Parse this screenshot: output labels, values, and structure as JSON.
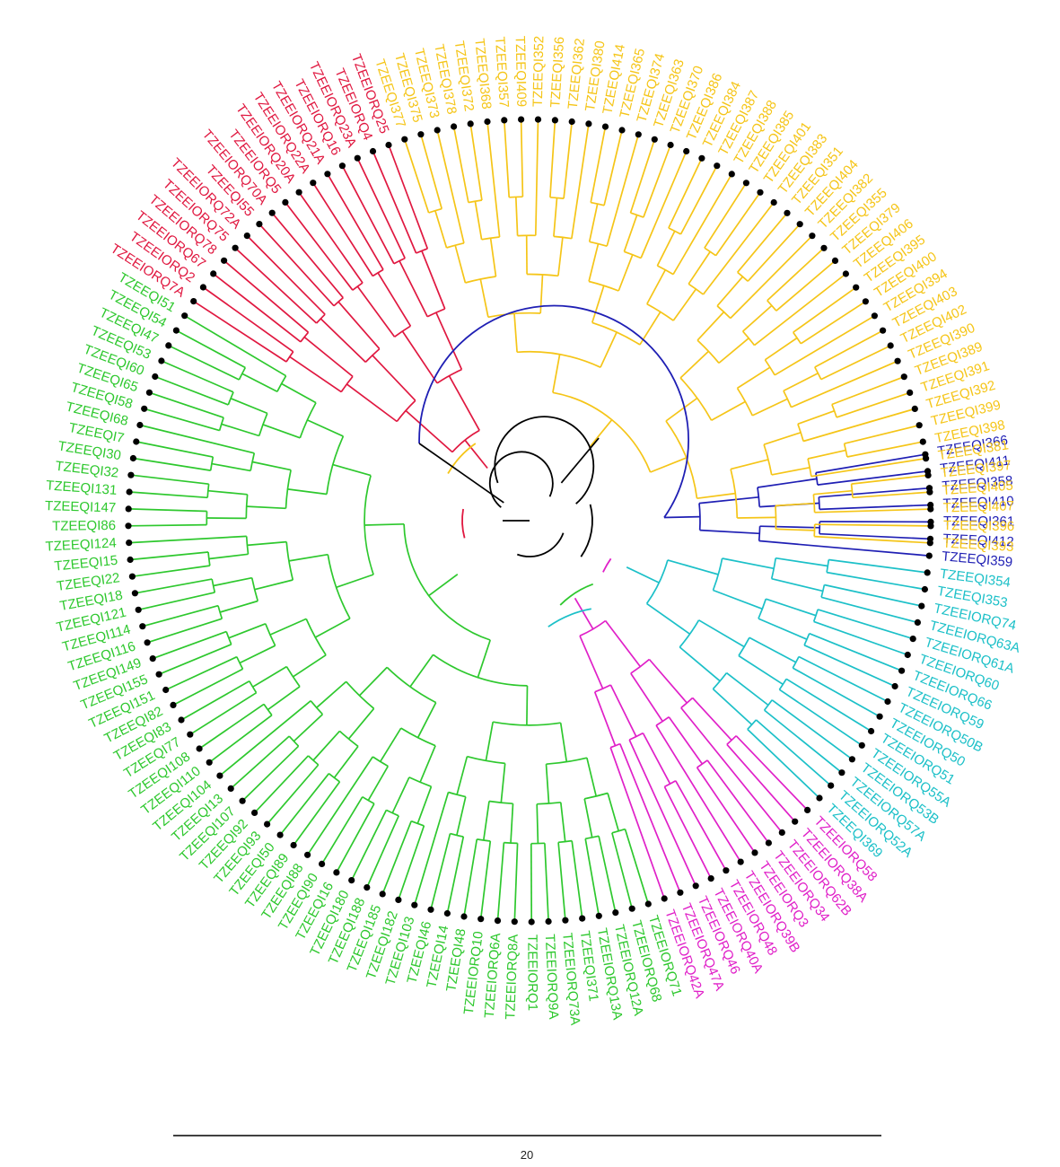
{
  "colors": {
    "backbone": "#000000",
    "yellow": "#f5c518",
    "blue": "#1f1fb4",
    "cyan": "#1cc0c8",
    "magenta": "#e020c8",
    "green": "#2ec82e",
    "red": "#e01840"
  },
  "tree": {
    "leaf_marker": "black-dot",
    "clades": [
      {
        "id": "blue",
        "color_key": "blue",
        "leaves": [
          "TZEEQI366",
          "TZEEQI411",
          "TZEEQI358",
          "TZEEQI410",
          "TZEEQI361",
          "TZEEQI412",
          "TZEEQI359"
        ]
      },
      {
        "id": "cyan",
        "color_key": "cyan",
        "leaves": [
          "TZEEQI354",
          "TZEEQI353",
          "TZEEIORQ74",
          "TZEEIORQ63A",
          "TZEEIORQ61A",
          "TZEEIORQ60",
          "TZEEIORQ66",
          "TZEEIORQ59",
          "TZEEIORQ50B",
          "TZEEIORQ50",
          "TZEEIORQ51",
          "TZEEIORQ55A",
          "TZEEIORQ53B",
          "TZEEIORQ57A",
          "TZEEIORQ52A",
          "TZEEQI369"
        ]
      },
      {
        "id": "magenta",
        "color_key": "magenta",
        "leaves": [
          "TZEEIORQ58",
          "TZEEIORQ38A",
          "TZEEIORQ62B",
          "TZEEIORQ34",
          "TZEEIORQ3",
          "TZEEIORQ39B",
          "TZEEIORQ48",
          "TZEEIORQ40A",
          "TZEEIORQ46",
          "TZEEIORQ47A",
          "TZEEIORQ42A"
        ]
      },
      {
        "id": "green",
        "color_key": "green",
        "leaves": [
          "TZEEIORQ71",
          "TZEEIORQ68",
          "TZEEIORQ12A",
          "TZEEIORQ13A",
          "TZEEQI371",
          "TZEEIORQ73A",
          "TZEEIORQ9A",
          "TZEEIORQ1",
          "TZEEIORQ8A",
          "TZEEIORQ6A",
          "TZEEIORQ10",
          "TZEEQI48",
          "TZEEQI14",
          "TZEEQI46",
          "TZEEQI103",
          "TZEEQI182",
          "TZEEQI185",
          "TZEEQI188",
          "TZEEQI180",
          "TZEEQI16",
          "TZEEQI90",
          "TZEEQI88",
          "TZEEQI89",
          "TZEEQI50",
          "TZEEQI93",
          "TZEEQI92",
          "TZEEQI107",
          "TZEEQI13",
          "TZEEQI104",
          "TZEEQI110",
          "TZEEQI108",
          "TZEEQI77",
          "TZEEQI83",
          "TZEEQI82",
          "TZEEQI151",
          "TZEEQI155",
          "TZEEQI149",
          "TZEEQI116",
          "TZEEQI114",
          "TZEEQI121",
          "TZEEQI18",
          "TZEEQI22",
          "TZEEQI15",
          "TZEEQI124",
          "TZEEQI86",
          "TZEEQI147",
          "TZEEQI131",
          "TZEEQI32",
          "TZEEQI30",
          "TZEEQI7",
          "TZEEQI68",
          "TZEEQI58",
          "TZEEQI65",
          "TZEEQI60",
          "TZEEQI53",
          "TZEEQI47",
          "TZEEQI54",
          "TZEEQI51"
        ]
      },
      {
        "id": "red",
        "color_key": "red",
        "leaves": [
          "TZEEIORQ7A",
          "TZEEIORQ2",
          "TZEEIORQ67",
          "TZEEIORQ78",
          "TZEEIORQ75",
          "TZEEIORQ72A",
          "TZEEQI55",
          "TZEEIORQ70A",
          "TZEEIORQ5",
          "TZEEIORQ20A",
          "TZEEIORQ22A",
          "TZEEIORQ21A",
          "TZEEIORQ16",
          "TZEEIORQ23A",
          "TZEEIORQ4",
          "TZEEIORQ25"
        ]
      },
      {
        "id": "yellow",
        "color_key": "yellow",
        "leaves": [
          "TZEEQI377",
          "TZEEQI375",
          "TZEEQI373",
          "TZEEQI378",
          "TZEEQI372",
          "TZEEQI368",
          "TZEEQI357",
          "TZEEQI409",
          "TZEEQI352",
          "TZEEQI356",
          "TZEEQI362",
          "TZEEQI380",
          "TZEEQI414",
          "TZEEQI365",
          "TZEEQI374",
          "TZEEQI363",
          "TZEEQI370",
          "TZEEQI386",
          "TZEEQI384",
          "TZEEQI387",
          "TZEEQI388",
          "TZEEQI385",
          "TZEEQI401",
          "TZEEQI383",
          "TZEEQI351",
          "TZEEQI404",
          "TZEEQI382",
          "TZEEQI355",
          "TZEEQI379",
          "TZEEQI406",
          "TZEEQI395",
          "TZEEQI400",
          "TZEEQI394",
          "TZEEQI403",
          "TZEEQI402",
          "TZEEQI390",
          "TZEEQI389",
          "TZEEQI391",
          "TZEEQI392",
          "TZEEQI399",
          "TZEEQI398",
          "TZEEQI381",
          "TZEEQI397",
          "TZEEQI405",
          "TZEEQI407",
          "TZEEQI396",
          "TZEEQI393"
        ]
      }
    ]
  },
  "scale_bar": {
    "label": "20"
  }
}
